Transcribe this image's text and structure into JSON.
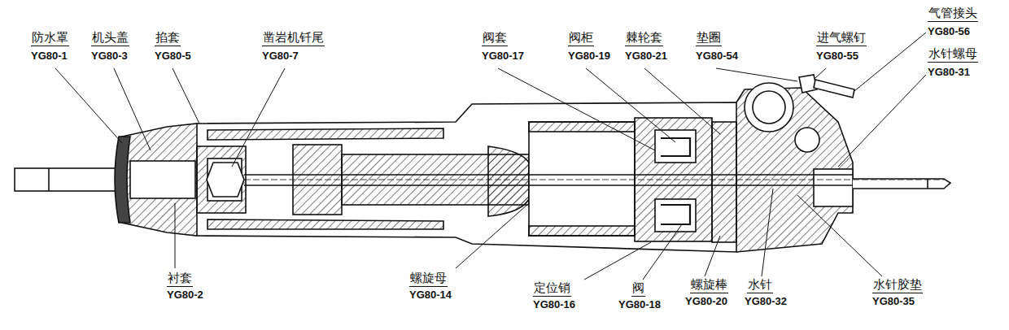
{
  "diagram": {
    "labels": [
      "防水罩",
      "YG80-1",
      "机头盖",
      "YG80-3",
      "掐套",
      "YG80-5",
      "凿岩机钎尾",
      "YG80-7",
      "阀套",
      "YG80-17",
      "阀柜",
      "YG80-19",
      "棘轮套",
      "YG80-21",
      "垫圈",
      "YG80-54",
      "进气螺钉",
      "YG80-55",
      "气管接头",
      "YG80-56",
      "水针螺母",
      "YG80-31",
      "衬套",
      "YG80-2",
      "螺旋母",
      "YG80-14",
      "定位销",
      "YG80-16",
      "阀",
      "YG80-18",
      "螺旋棒",
      "YG80-20",
      "水针",
      "YG80-32",
      "水针胶垫",
      "YG80-35"
    ]
  }
}
